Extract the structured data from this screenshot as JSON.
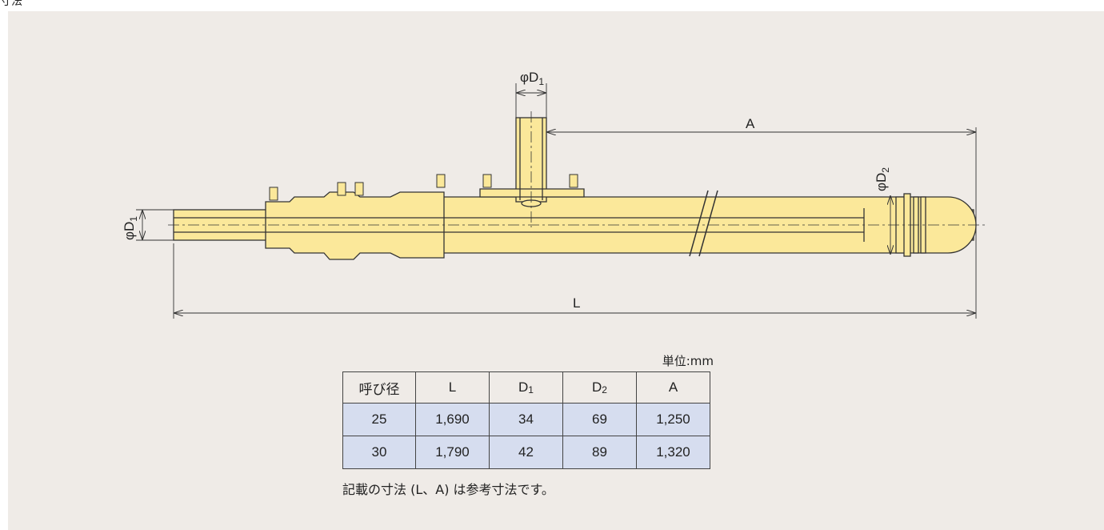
{
  "header": {
    "top_label": "寸法"
  },
  "drawing": {
    "labels": {
      "phi_d1_top": "φD",
      "phi_d1_top_sub": "1",
      "a": "A",
      "phi_d2": "φD",
      "phi_d2_sub": "2",
      "phi_d1_left": "φD",
      "phi_d1_left_sub": "1",
      "l": "L"
    }
  },
  "table": {
    "unit": "単位:mm",
    "headers": [
      {
        "main": "呼び径",
        "sub": ""
      },
      {
        "main": "L",
        "sub": ""
      },
      {
        "main": "D",
        "sub": "1"
      },
      {
        "main": "D",
        "sub": "2"
      },
      {
        "main": "A",
        "sub": ""
      }
    ],
    "rows": [
      [
        "25",
        "1,690",
        "34",
        "69",
        "1,250"
      ],
      [
        "30",
        "1,790",
        "42",
        "89",
        "1,320"
      ]
    ]
  },
  "note": "記載の寸法 (L、A) は参考寸法です。",
  "colors": {
    "background": "#efebe7",
    "part_fill": "#fbe89a",
    "table_cell": "#d6ddef",
    "outline": "#333333"
  }
}
